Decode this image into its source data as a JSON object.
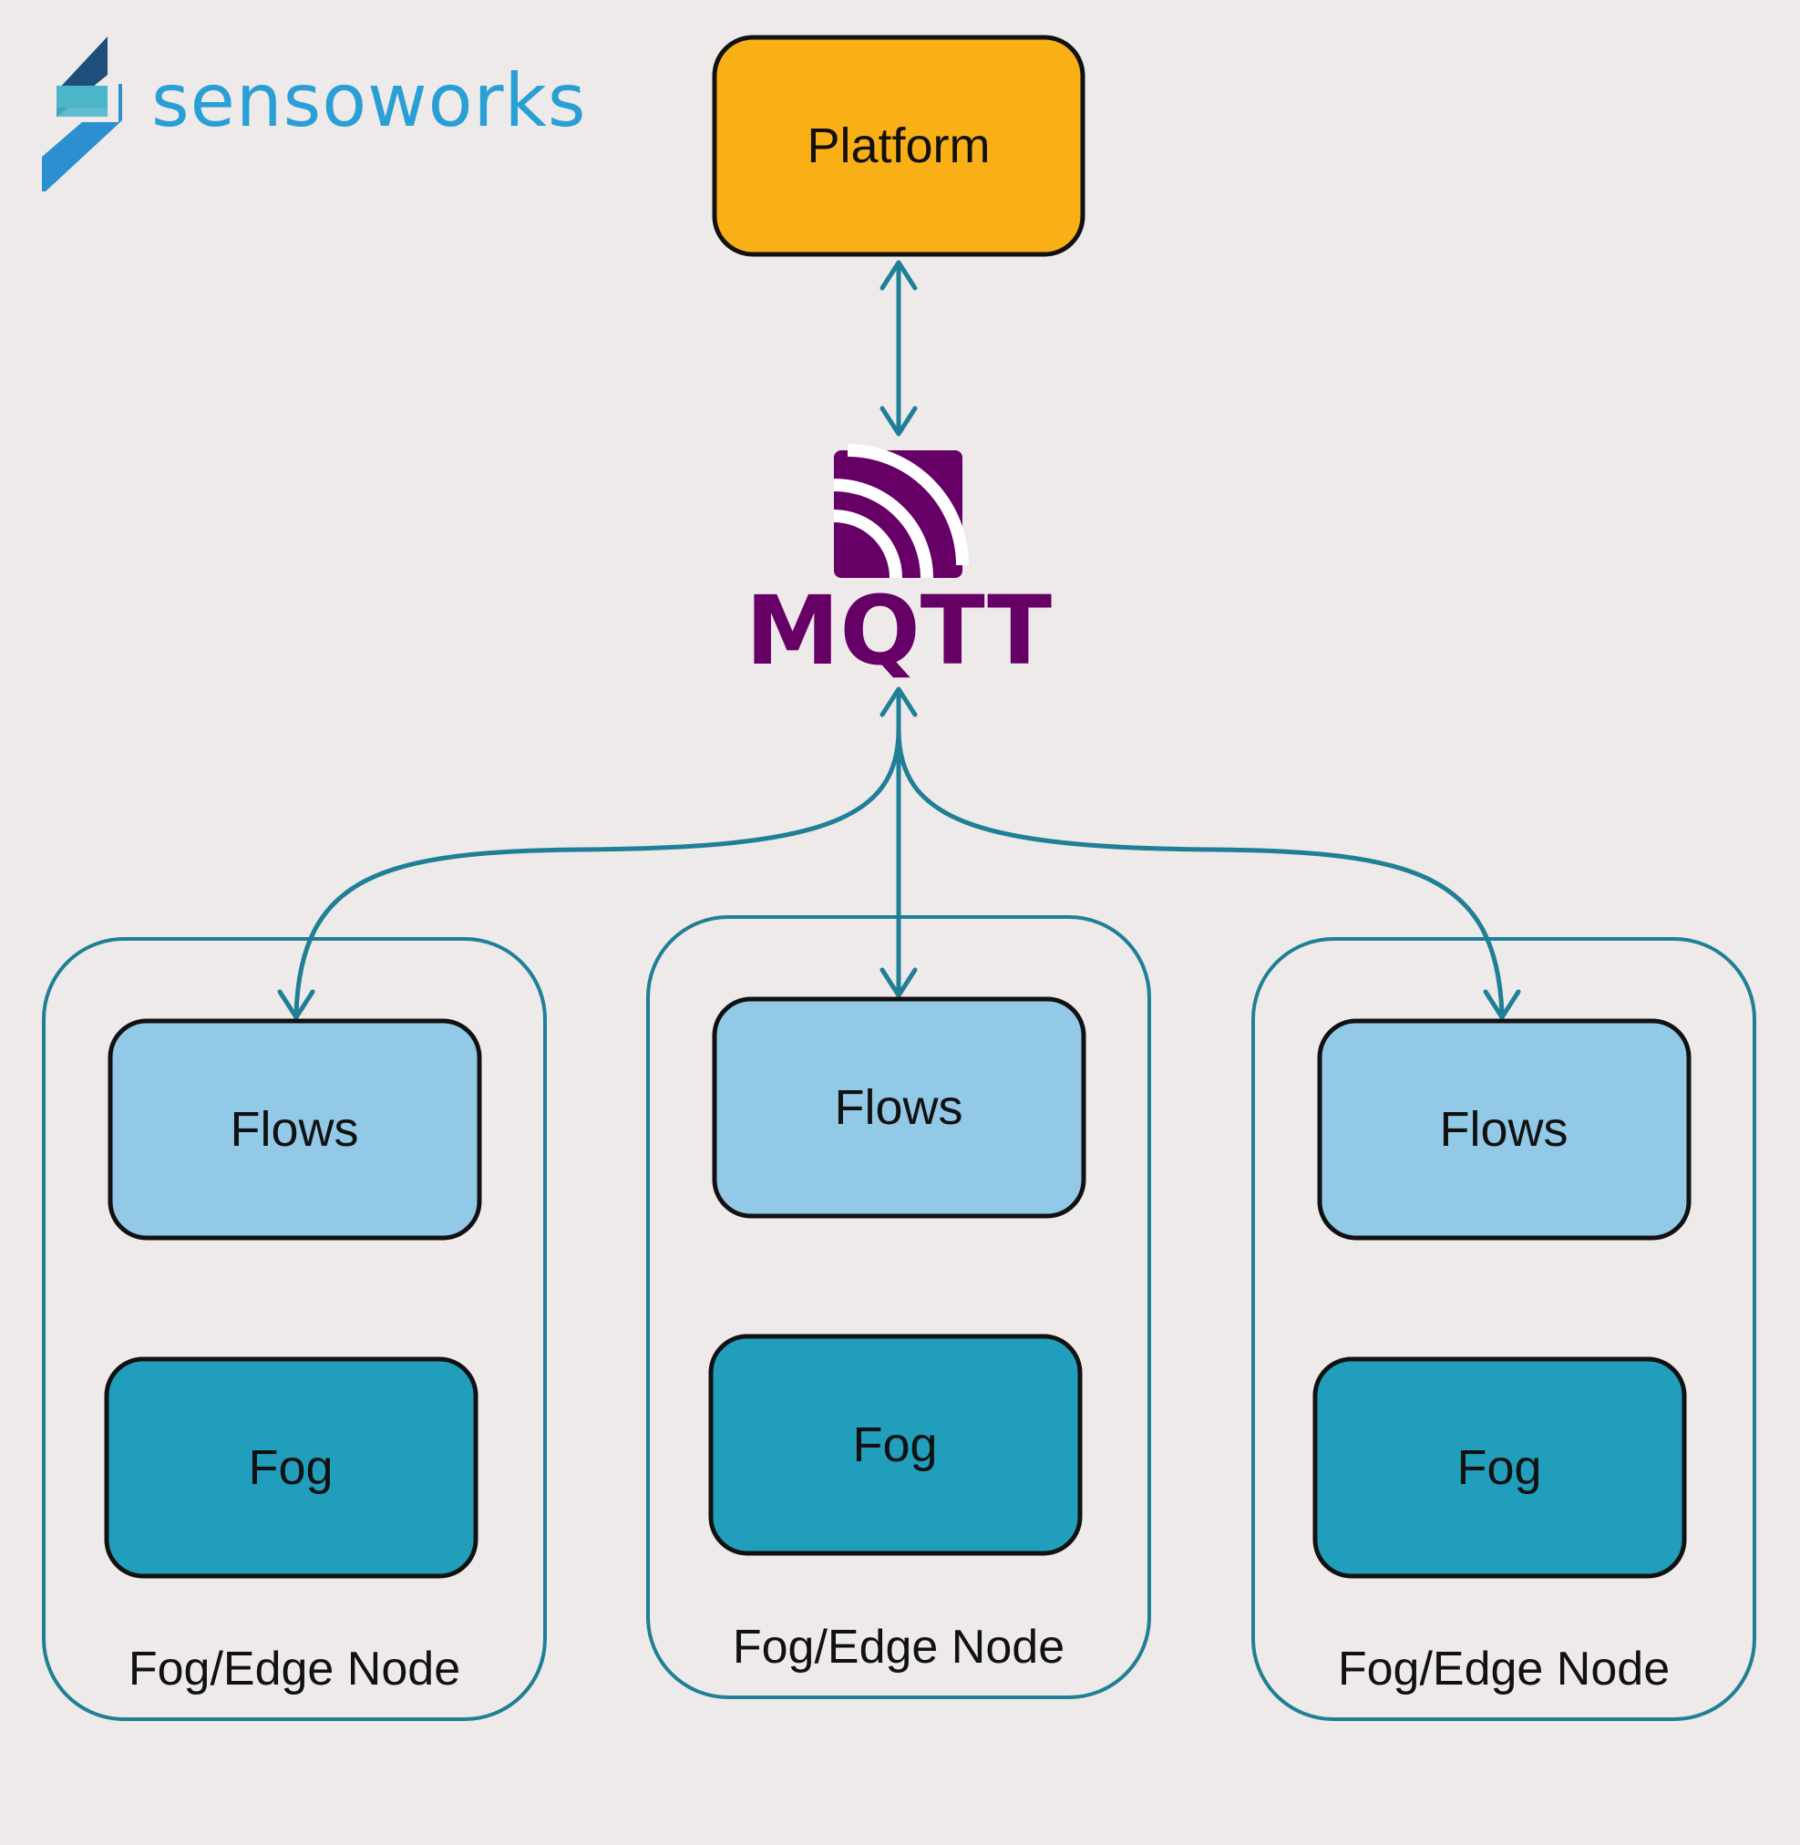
{
  "brand": {
    "name": "sensoworks",
    "logo_icon": "sensoworks-s-logo-icon",
    "color": "#2a9fd6"
  },
  "platform": {
    "label": "Platform",
    "color": "#f9b016"
  },
  "broker": {
    "label": "MQTT",
    "icon": "mqtt-logo-icon",
    "color": "#660066"
  },
  "connector_color": "#1f7f96",
  "nodes": [
    {
      "label": "Fog/Edge Node",
      "top_box": "Flows",
      "bottom_box": "Fog"
    },
    {
      "label": "Fog/Edge Node",
      "top_box": "Flows",
      "bottom_box": "Fog"
    },
    {
      "label": "Fog/Edge Node",
      "top_box": "Flows",
      "bottom_box": "Fog"
    }
  ],
  "colors": {
    "flows_box": "#92c9e6",
    "fog_box": "#219ebc",
    "background": "#edeae9"
  }
}
